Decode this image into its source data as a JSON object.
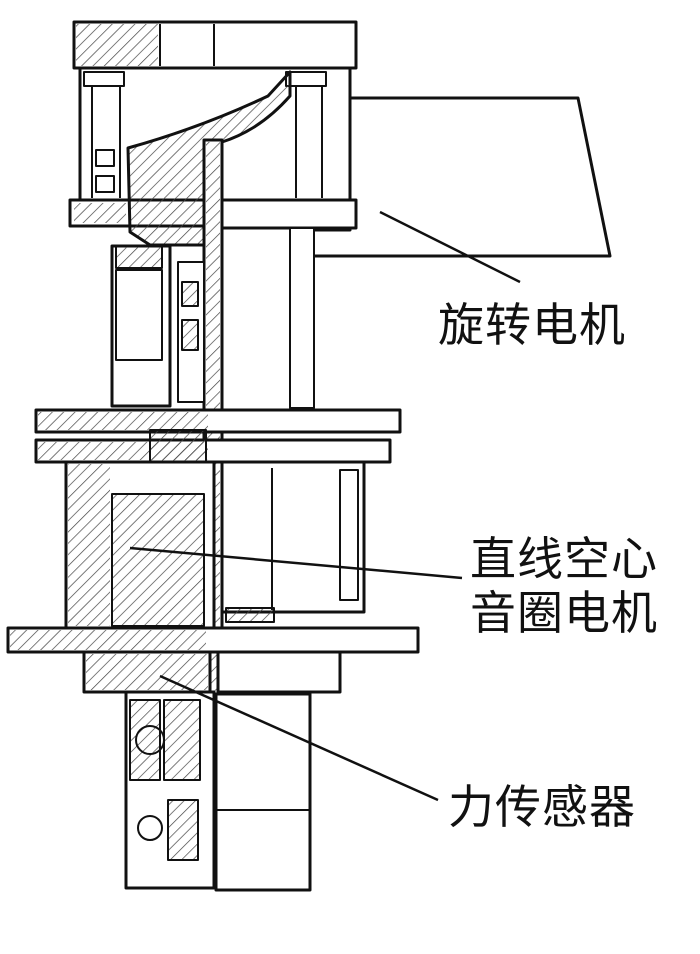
{
  "labels": {
    "rotary_motor": "旋转电机",
    "linear_motor_line1": "直线空心",
    "linear_motor_line2": "音圈电机",
    "force_sensor": "力传感器"
  },
  "colors": {
    "line": "#111111",
    "hatch": "#444444",
    "background": "#ffffff"
  }
}
